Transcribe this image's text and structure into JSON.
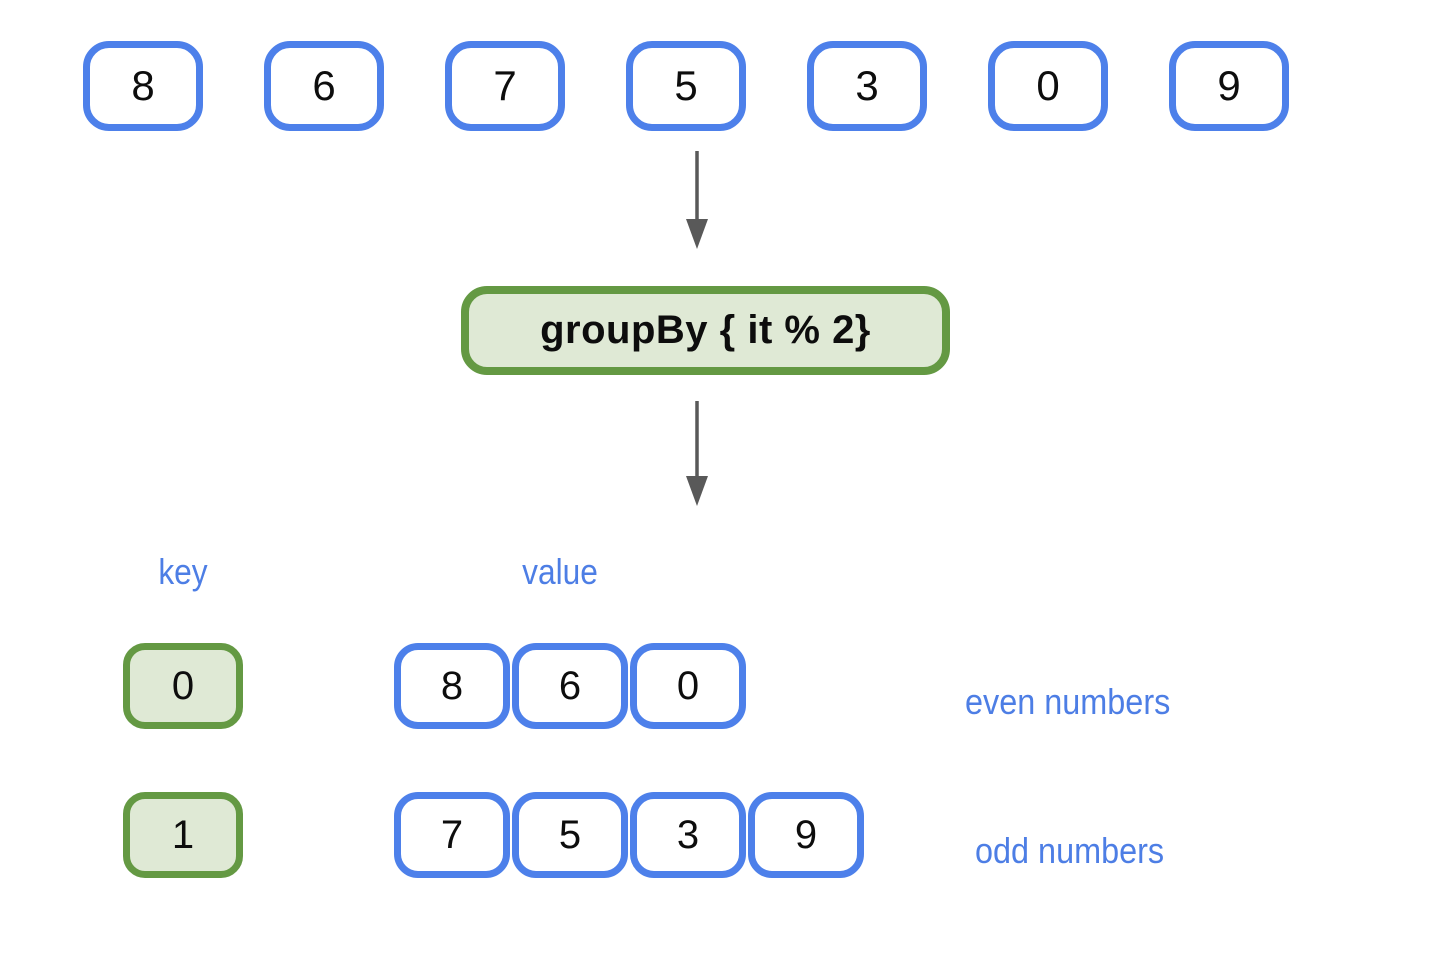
{
  "colors": {
    "box_border_blue": "#4d80ea",
    "label_blue": "#4d7ee5",
    "green_border": "#649943",
    "green_fill": "#dfe9d5",
    "arrow_gray": "#595959"
  },
  "icons": {
    "flow_arrow": "arrow-down"
  },
  "source_list": {
    "items": [
      "8",
      "6",
      "7",
      "5",
      "3",
      "0",
      "9"
    ]
  },
  "operation": {
    "label": "groupBy { it % 2}"
  },
  "result_table": {
    "key_header": "key",
    "value_header": "value",
    "groups": [
      {
        "key": "0",
        "values": [
          "8",
          "6",
          "0"
        ],
        "annotation": "even numbers"
      },
      {
        "key": "1",
        "values": [
          "7",
          "5",
          "3",
          "9"
        ],
        "annotation": "odd numbers"
      }
    ]
  }
}
